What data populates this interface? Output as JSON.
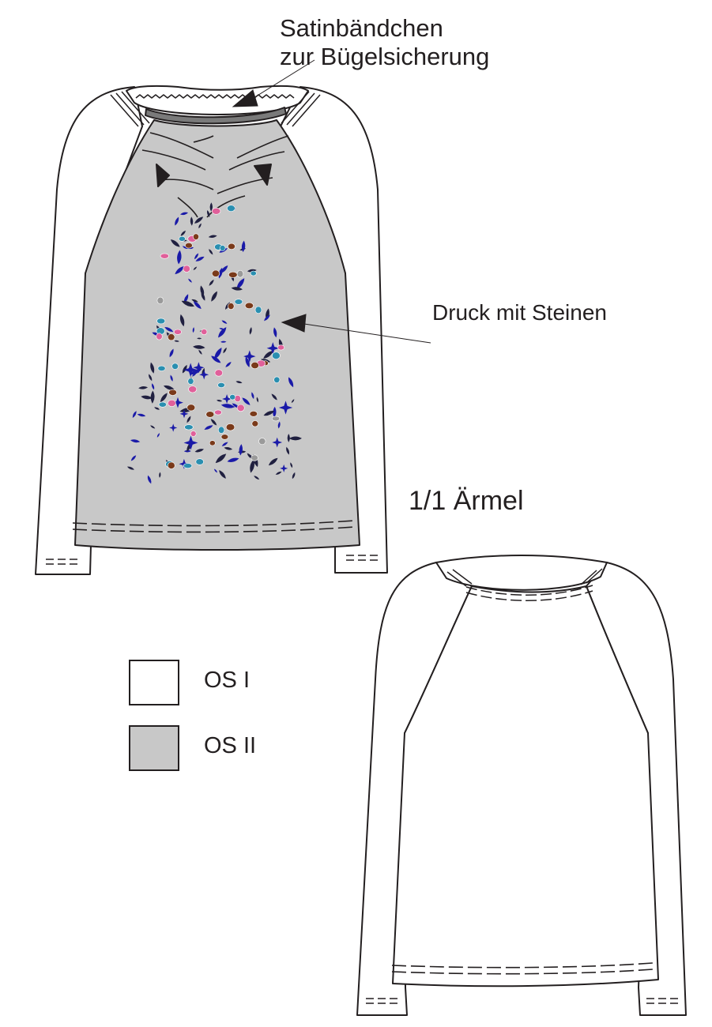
{
  "annotations": {
    "satin_line1": "Satinbändchen",
    "satin_line2": "zur Bügelsicherung",
    "print": "Druck mit Steinen",
    "sleeve": "1/1 Ärmel"
  },
  "legend": [
    {
      "label": "OS I",
      "color": "#ffffff"
    },
    {
      "label": "OS II",
      "color": "#c8c8c8"
    }
  ],
  "colors": {
    "outline": "#231f20",
    "front_panel": "#c8c8c8",
    "neck_tape": "#7a7a7a",
    "print_blue": "#1a1aa8",
    "print_navy": "#202040",
    "stone_pink": "#e0609a",
    "stone_teal": "#2a8fb0",
    "stone_grey": "#9a9a9a",
    "stone_brown": "#7a3a1a"
  }
}
